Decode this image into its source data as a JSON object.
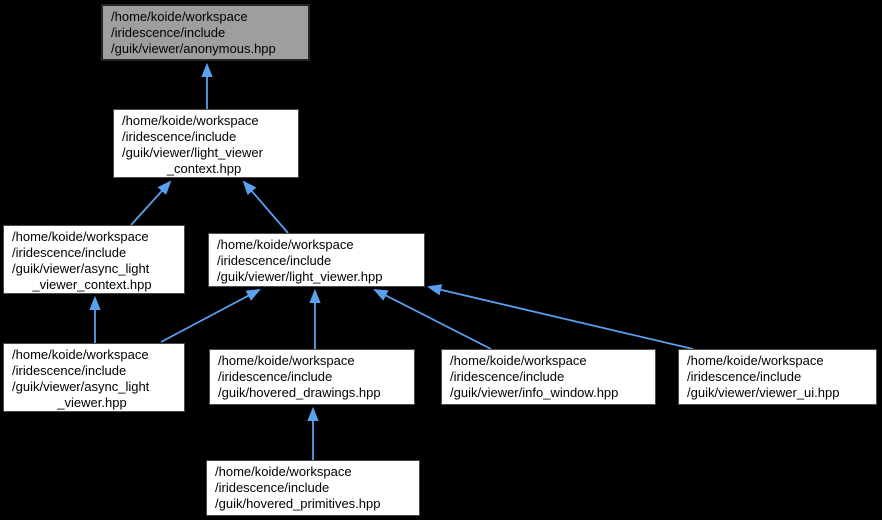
{
  "diagram": {
    "type": "include-dependency-graph",
    "colors": {
      "background": "#000000",
      "edge": "#5aa0f0",
      "node_fill": "#ffffff",
      "node_border": "#4a4a4a",
      "highlight_fill": "#9e9e9e",
      "highlight_border": "#262626",
      "text": "#000000"
    },
    "nodes": {
      "anonymous": {
        "highlighted": true,
        "lines": [
          "/home/koide/workspace",
          "/iridescence/include",
          "/guik/viewer/anonymous.hpp"
        ]
      },
      "light_viewer_context": {
        "highlighted": false,
        "lines": [
          "/home/koide/workspace",
          "/iridescence/include",
          "/guik/viewer/light_viewer",
          "_context.hpp"
        ]
      },
      "async_light_viewer_context": {
        "highlighted": false,
        "lines": [
          "/home/koide/workspace",
          "/iridescence/include",
          "/guik/viewer/async_light",
          "_viewer_context.hpp"
        ]
      },
      "light_viewer": {
        "highlighted": false,
        "lines": [
          "/home/koide/workspace",
          "/iridescence/include",
          "/guik/viewer/light_viewer.hpp"
        ]
      },
      "async_light_viewer": {
        "highlighted": false,
        "lines": [
          "/home/koide/workspace",
          "/iridescence/include",
          "/guik/viewer/async_light",
          "_viewer.hpp"
        ]
      },
      "hovered_drawings": {
        "highlighted": false,
        "lines": [
          "/home/koide/workspace",
          "/iridescence/include",
          "/guik/hovered_drawings.hpp"
        ]
      },
      "info_window": {
        "highlighted": false,
        "lines": [
          "/home/koide/workspace",
          "/iridescence/include",
          "/guik/viewer/info_window.hpp"
        ]
      },
      "viewer_ui": {
        "highlighted": false,
        "lines": [
          "/home/koide/workspace",
          "/iridescence/include",
          "/guik/viewer/viewer_ui.hpp"
        ]
      },
      "hovered_primitives": {
        "highlighted": false,
        "lines": [
          "/home/koide/workspace",
          "/iridescence/include",
          "/guik/hovered_primitives.hpp"
        ]
      }
    },
    "edges": [
      {
        "from": "light_viewer_context",
        "to": "anonymous"
      },
      {
        "from": "async_light_viewer_context",
        "to": "light_viewer_context"
      },
      {
        "from": "light_viewer",
        "to": "light_viewer_context"
      },
      {
        "from": "async_light_viewer",
        "to": "async_light_viewer_context"
      },
      {
        "from": "async_light_viewer",
        "to": "light_viewer"
      },
      {
        "from": "hovered_drawings",
        "to": "light_viewer"
      },
      {
        "from": "info_window",
        "to": "light_viewer"
      },
      {
        "from": "viewer_ui",
        "to": "light_viewer"
      },
      {
        "from": "hovered_primitives",
        "to": "hovered_drawings"
      }
    ]
  }
}
